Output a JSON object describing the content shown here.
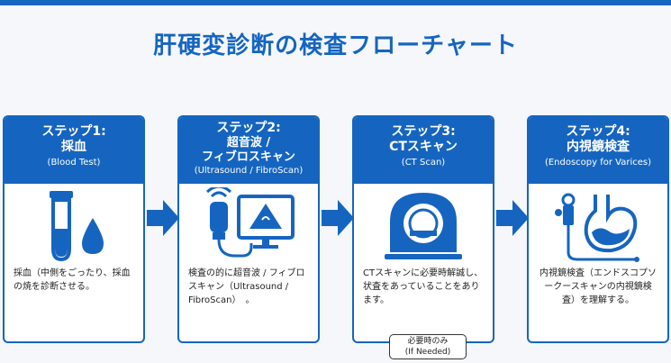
{
  "title": "肝硬変診断の検査フローチャート",
  "colors": {
    "primary": "#1565c0",
    "background": "#f5f7fa"
  },
  "steps": [
    {
      "title": "ステップ1:",
      "name": "採血",
      "subtitle": "(Blood Test)",
      "icon": "test-tube-icon",
      "description": "採血（中側をごったり、採血の焼を診断させる。"
    },
    {
      "title": "ステップ2:",
      "name": "超音波 /\nフィブロスキャン",
      "subtitle": "(Ultrasound / FibroScan)",
      "icon": "ultrasound-icon",
      "description": "検査の的に超音波 / フィブロスキャン（Ultrasound / FibroScan）　。"
    },
    {
      "title": "ステップ3:",
      "name": "CTスキャン",
      "subtitle": "(CT Scan)",
      "icon": "ct-scanner-icon",
      "description": "CTスキャンに必要時解誠し、状査をあっていることをあります。",
      "badge": {
        "line1": "必要時のみ",
        "line2": "(If Needed)"
      }
    },
    {
      "title": "ステップ4:",
      "name": "内視鏡検査",
      "subtitle": "(Endoscopy for Varices)",
      "icon": "endoscope-stomach-icon",
      "description": "内視鏡検査（エンドスコプソークースキャンの内視鏡検査）を理解する。"
    }
  ]
}
